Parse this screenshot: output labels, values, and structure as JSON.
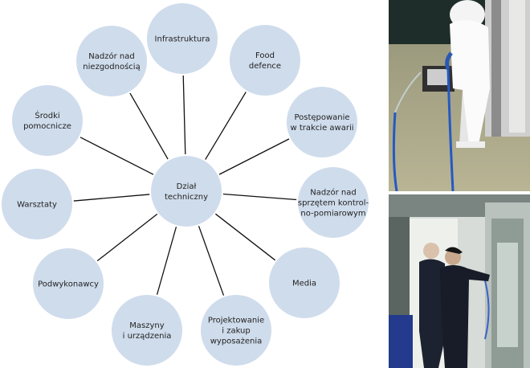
{
  "diagram": {
    "center": {
      "lines": [
        "Dział",
        "techniczny"
      ]
    },
    "nodes": [
      {
        "id": "infrastruktura",
        "lines": [
          "Infrastruktura"
        ]
      },
      {
        "id": "food-defence",
        "lines": [
          "Food",
          "defence"
        ]
      },
      {
        "id": "postepowanie",
        "lines": [
          "Postępowanie",
          "w trakcie awarii"
        ]
      },
      {
        "id": "nadzor-sprzet",
        "lines": [
          "Nadzór nad",
          "sprzętem kontrol-",
          "no-pomiarowym"
        ]
      },
      {
        "id": "media",
        "lines": [
          "Media"
        ]
      },
      {
        "id": "projektowanie",
        "lines": [
          "Projektowanie",
          "i zakup",
          "wyposażenia"
        ]
      },
      {
        "id": "maszyny",
        "lines": [
          "Maszyny",
          "i urządzenia"
        ]
      },
      {
        "id": "podwykonawcy",
        "lines": [
          "Podwykonawcy"
        ]
      },
      {
        "id": "warsztaty",
        "lines": [
          "Warsztaty"
        ]
      },
      {
        "id": "srodki",
        "lines": [
          "Środki",
          "pomocnicze"
        ]
      },
      {
        "id": "nadzor-niezgodnosci",
        "lines": [
          "Nadzór nad",
          "niezgodnością"
        ]
      }
    ]
  },
  "colors": {
    "node_fill": "#cfdcec",
    "connector": "#111111",
    "text": "#222222"
  },
  "photos": [
    {
      "id": "worker-cleaning-floor-photo"
    },
    {
      "id": "two-workers-at-machine-photo"
    }
  ]
}
